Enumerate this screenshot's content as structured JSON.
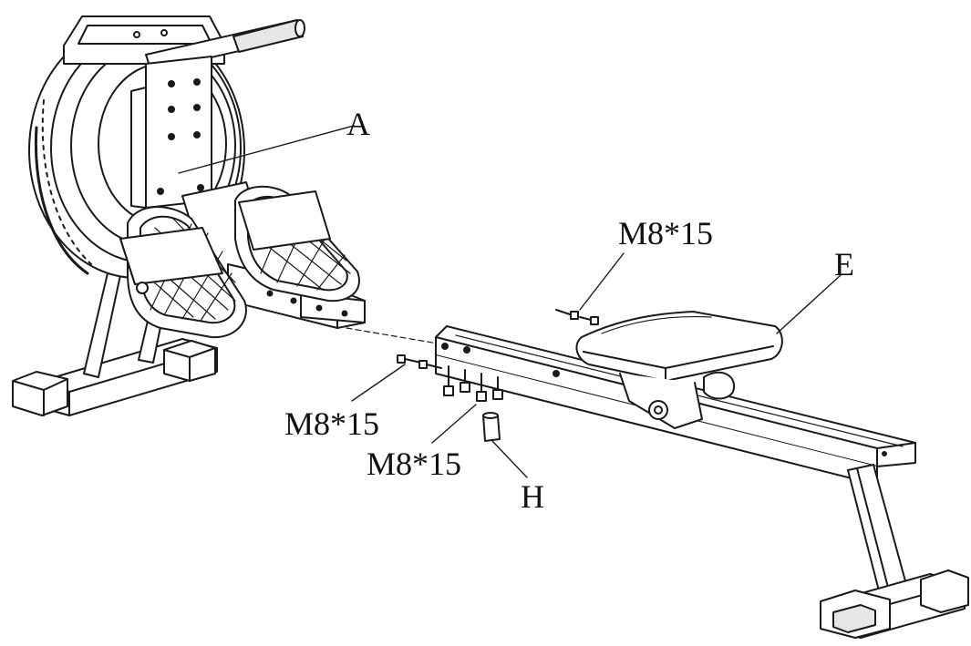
{
  "colors": {
    "line": "#1a1a1a",
    "background": "#ffffff",
    "fill": "#ffffff",
    "shade": "#e6e6e6"
  },
  "labels": {
    "part_a": "A",
    "part_e": "E",
    "part_h": "H",
    "bolt_top": "M8*15",
    "bolt_left": "M8*15",
    "bolt_bottom": "M8*15"
  }
}
